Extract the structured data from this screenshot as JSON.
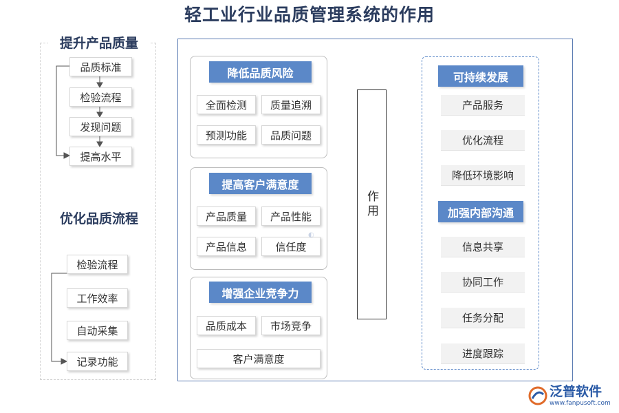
{
  "title": "轻工业行业品质管理系统的作用",
  "left": {
    "section1": {
      "title": "提升产品质量",
      "items": [
        "品质标准",
        "检验流程",
        "发现问题",
        "提高水平"
      ]
    },
    "section2": {
      "title": "优化品质流程",
      "items": [
        "检验流程",
        "工作效率",
        "自动采集",
        "记录功能"
      ]
    }
  },
  "groups": [
    {
      "header": "降低品质风险",
      "items": [
        "全面检测",
        "质量追溯",
        "预测功能",
        "品质问题"
      ]
    },
    {
      "header": "提高客户满意度",
      "items": [
        "产品质量",
        "产品性能",
        "产品信息",
        "信任度"
      ]
    },
    {
      "header": "增强企业竞争力",
      "items": [
        "品质成本",
        "市场竞争",
        "客户满意度"
      ]
    }
  ],
  "center": "作用",
  "right": {
    "sections": [
      {
        "header": "可持续发展",
        "items": [
          "产品服务",
          "优化流程",
          "降低环境影响"
        ]
      },
      {
        "header": "加强内部沟通",
        "items": [
          "信息共享",
          "协同工作",
          "任务分配",
          "进度跟踪"
        ]
      }
    ]
  },
  "logo": {
    "name": "泛普软件",
    "url": "www.fanpusoft.com"
  },
  "colors": {
    "accent": "#5b88c8",
    "title": "#2b3c5e",
    "frame": "#5a7bb2"
  }
}
